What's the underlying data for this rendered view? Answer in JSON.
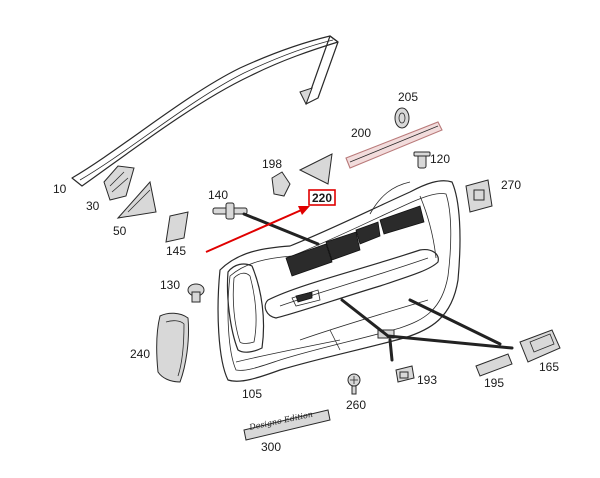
{
  "diagram": {
    "labels": [
      {
        "id": "10",
        "text": "10"
      },
      {
        "id": "30",
        "text": "30"
      },
      {
        "id": "50",
        "text": "50"
      },
      {
        "id": "105",
        "text": "105"
      },
      {
        "id": "120",
        "text": "120"
      },
      {
        "id": "130",
        "text": "130"
      },
      {
        "id": "140",
        "text": "140"
      },
      {
        "id": "145",
        "text": "145"
      },
      {
        "id": "165",
        "text": "165"
      },
      {
        "id": "193",
        "text": "193"
      },
      {
        "id": "195",
        "text": "195"
      },
      {
        "id": "198",
        "text": "198"
      },
      {
        "id": "200",
        "text": "200"
      },
      {
        "id": "205",
        "text": "205"
      },
      {
        "id": "240",
        "text": "240"
      },
      {
        "id": "260",
        "text": "260"
      },
      {
        "id": "270",
        "text": "270"
      },
      {
        "id": "300",
        "text": "300"
      }
    ],
    "highlight": {
      "text": "220",
      "color": "#e00000"
    },
    "accent_color": "#e00000",
    "badge_text": "Designo Edition"
  }
}
